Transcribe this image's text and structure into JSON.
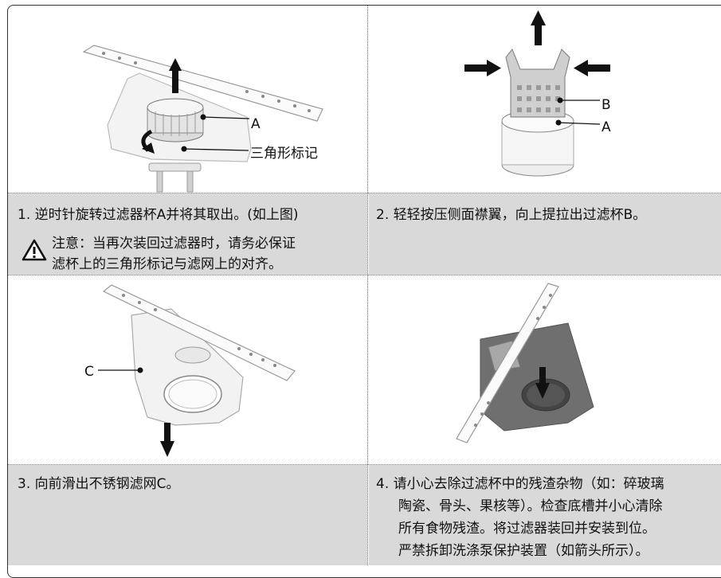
{
  "step1": {
    "text": "1. 逆时针旋转过滤器杯A并将其取出。(如上图)",
    "note_line1": "注意：当再次装回过滤器时，请务必保证",
    "note_line2": "滤杯上的三角形标记与滤网上的对齐。",
    "label_a": "A",
    "label_mark": "三角形标记"
  },
  "step2": {
    "text": "2. 轻轻按压侧面襟翼，向上提拉出过滤杯B。",
    "label_b": "B",
    "label_a": "A"
  },
  "step3": {
    "text": "3. 向前滑出不锈钢滤网C。",
    "label_c": "C"
  },
  "step4": {
    "line1": "4. 请小心去除过滤杯中的残渣杂物（如：碎玻璃",
    "line2": "陶瓷、骨头、果核等）。检查底槽并小心清除",
    "line3": "所有食物残渣。将过滤器装回并安装到位。",
    "line4": "严禁拆卸洗涤泵保护装置（如箭头所示）。"
  },
  "icons": {
    "warning": "warning-triangle-icon"
  },
  "colors": {
    "band": "#d9d9d9",
    "text": "#111111",
    "basin": "#6f6f6f"
  }
}
